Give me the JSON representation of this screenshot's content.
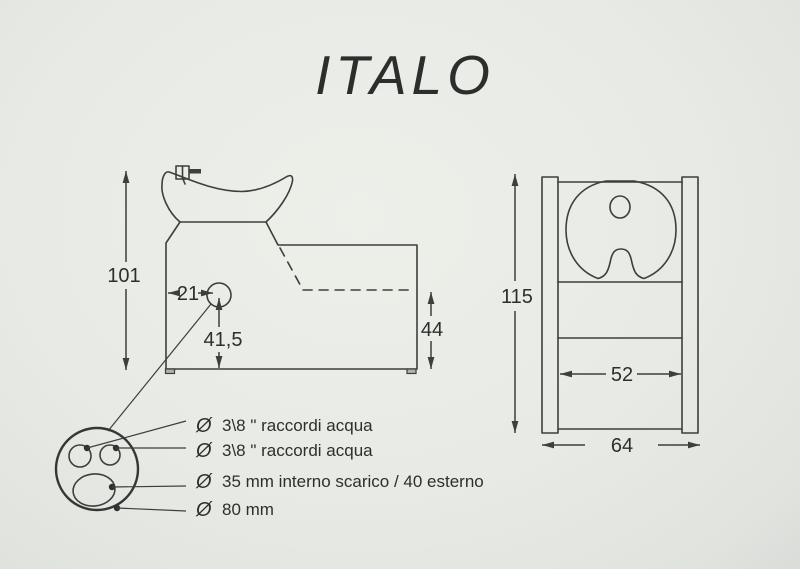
{
  "title": "ITALO",
  "side_view": {
    "overall_height": "101",
    "hole_offset": "21",
    "hole_from_floor": "41,5",
    "rear_height": "44"
  },
  "front_view": {
    "overall_height": "115",
    "inner_width": "52",
    "overall_width": "64"
  },
  "detail": {
    "callouts": [
      {
        "symbol": "Ø",
        "label": "3\\8 \"  raccordi acqua"
      },
      {
        "symbol": "Ø",
        "label": "3\\8 \"  raccordi acqua"
      },
      {
        "symbol": "Ø",
        "label": "35 mm interno  scarico / 40 esterno"
      },
      {
        "symbol": "Ø",
        "label": "80 mm"
      }
    ]
  },
  "colors": {
    "paper": "#e8eae6",
    "ink": "#3c3f3c"
  }
}
